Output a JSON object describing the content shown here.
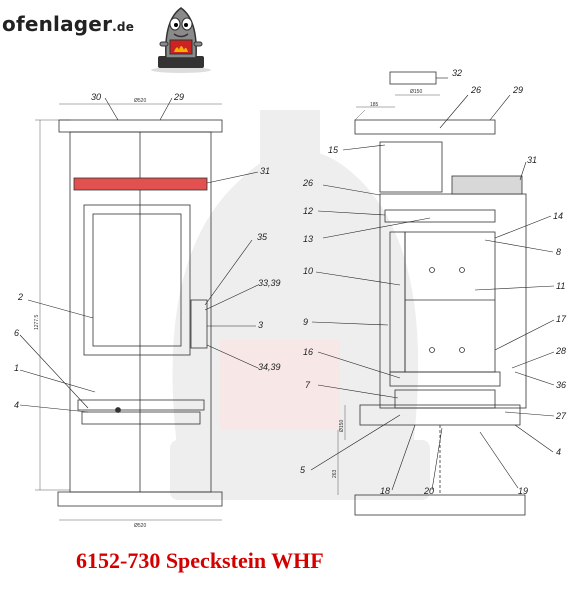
{
  "brand": {
    "name": "ofenlager",
    "tld": ".de"
  },
  "caption": "6152-730 Speckstein WHF",
  "labels": {
    "l30": "30",
    "l29a": "29",
    "l31a": "31",
    "l35": "35",
    "l2": "2",
    "l6": "6",
    "l1": "1",
    "l4a": "4",
    "l3339": "33,39",
    "l3": "3",
    "l3439": "34,39",
    "l32": "32",
    "l26a": "26",
    "l29b": "29",
    "l15": "15",
    "l26b": "26",
    "l31b": "31",
    "l12": "12",
    "l14": "14",
    "l13": "13",
    "l8": "8",
    "l10": "10",
    "l11": "11",
    "l9": "9",
    "l17": "17",
    "l16": "16",
    "l28": "28",
    "l36": "36",
    "l7": "7",
    "l27": "27",
    "l5": "5",
    "l4b": "4",
    "l18": "18",
    "l20": "20",
    "l19": "19"
  },
  "dims": {
    "d520top": "Ø520",
    "d520bot": "Ø520",
    "d150": "Ø150",
    "d185": "185",
    "d1277": "1277.5",
    "d150v": "Ø150",
    "d263": "263"
  },
  "colors": {
    "highlight": "#e35050",
    "caption": "#d40000",
    "line": "#333333"
  }
}
